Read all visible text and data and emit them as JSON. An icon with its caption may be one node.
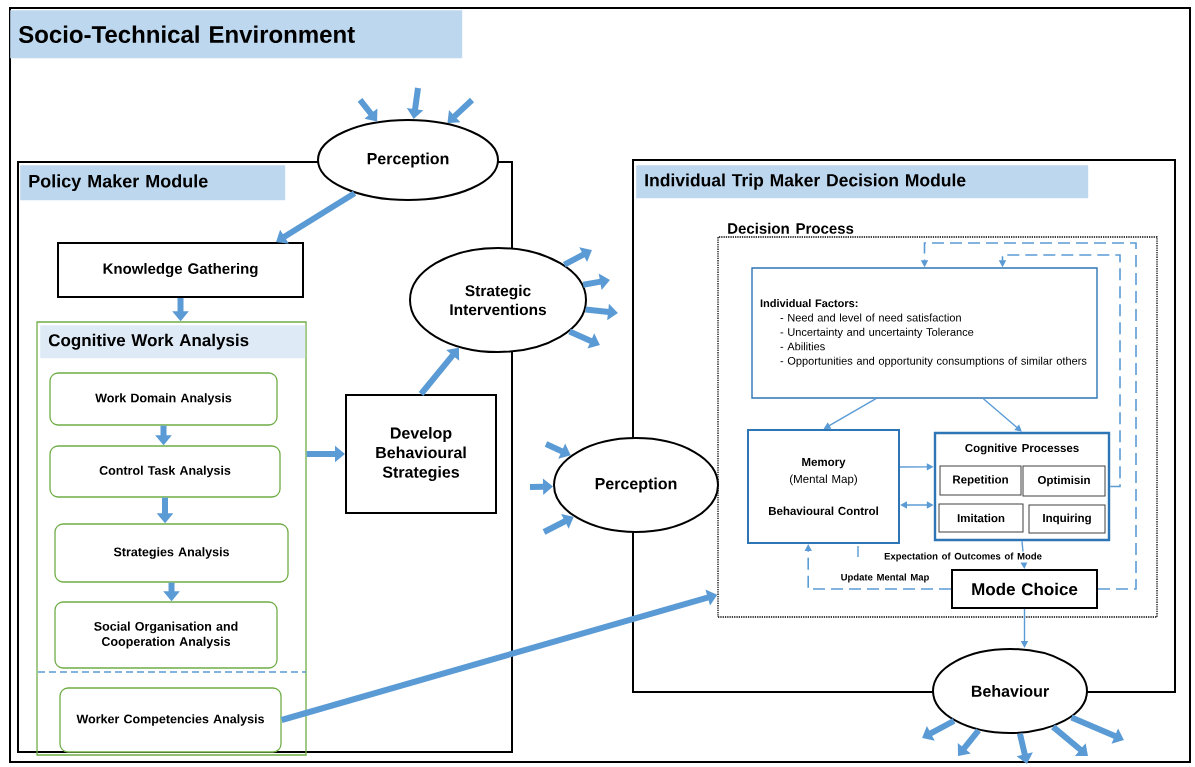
{
  "diagram": {
    "nodes": [
      {
        "text": [
          "Socio-Technical Environment"
        ]
      },
      {
        "text": [
          "Perception"
        ],
        "in": 0
      },
      {
        "text": [
          "Policy Maker Module"
        ],
        "in": 0
      },
      {
        "text": [
          "Knowledge Gathering"
        ],
        "in": 2
      },
      {
        "text": [
          "Cognitive Work Analysis"
        ],
        "in": 2
      },
      {
        "text": [
          "Work Domain Analysis"
        ],
        "in": 4
      },
      {
        "text": [
          "Control Task Analysis"
        ],
        "in": 4
      },
      {
        "text": [
          "Strategies Analysis"
        ],
        "in": 4
      },
      {
        "text": [
          "Social Organisation and Cooperation Analysis"
        ],
        "in": 4
      },
      {
        "text": [
          "Worker Competencies Analysis"
        ],
        "in": 4
      },
      {
        "text": [
          "Develop Behavioural Strategies"
        ],
        "in": 2
      },
      {
        "text": [
          "Strategic Interventions"
        ],
        "in": 0
      },
      {
        "text": [
          "Perception"
        ],
        "in": 0
      },
      {
        "text": [
          "Individual Trip Maker Decision Module"
        ],
        "in": 0
      },
      {
        "text": [
          "Decision Process"
        ],
        "in": 13
      },
      {
        "text": [
          "Individual Factors:",
          "- Need and level of need satisfaction",
          "- Uncertainty and uncertainty Tolerance",
          "- Abilities",
          "- Opportunities and opportunity consumptions of similar others"
        ],
        "in": 14
      },
      {
        "text": [
          "Memory",
          "(Mental Map)",
          "Behavioural Control"
        ],
        "in": 14
      },
      {
        "text": [
          "Cognitive Processes"
        ],
        "in": 14
      },
      {
        "text": [
          "Repetition"
        ],
        "in": 17
      },
      {
        "text": [
          "Optimisin"
        ],
        "in": 17
      },
      {
        "text": [
          "Imitation"
        ],
        "in": 17
      },
      {
        "text": [
          "Inquiring"
        ],
        "in": 17
      },
      {
        "text": [
          "Mode Choice"
        ],
        "in": 14
      },
      {
        "text": [
          "Behaviour"
        ],
        "in": 0
      }
    ],
    "edges": [
      {
        "from": null,
        "to": 1,
        "arrow": "to"
      },
      {
        "from": null,
        "to": 1,
        "arrow": "to"
      },
      {
        "from": null,
        "to": 1,
        "arrow": "to"
      },
      {
        "from": 1,
        "to": 3,
        "arrow": "to"
      },
      {
        "from": 3,
        "to": 4,
        "arrow": "to"
      },
      {
        "from": 5,
        "to": 6,
        "arrow": "to"
      },
      {
        "from": 6,
        "to": 7,
        "arrow": "to"
      },
      {
        "from": 7,
        "to": 8,
        "arrow": "to"
      },
      {
        "from": 4,
        "to": 10,
        "arrow": "to"
      },
      {
        "from": 10,
        "to": 11,
        "arrow": "to"
      },
      {
        "from": 11,
        "to": null,
        "arrow": "to"
      },
      {
        "from": 11,
        "to": null,
        "arrow": "to"
      },
      {
        "from": 11,
        "to": null,
        "arrow": "to"
      },
      {
        "from": 11,
        "to": null,
        "arrow": "to"
      },
      {
        "from": null,
        "to": 12,
        "arrow": "to"
      },
      {
        "from": null,
        "to": 12,
        "arrow": "to"
      },
      {
        "from": null,
        "to": 12,
        "arrow": "to"
      },
      {
        "from": 9,
        "to": 14,
        "arrow": "to"
      },
      {
        "from": 15,
        "to": 16,
        "arrow": "to"
      },
      {
        "from": 15,
        "to": 17,
        "arrow": "to"
      },
      {
        "from": 16,
        "to": 17,
        "arrow": "to"
      },
      {
        "from": 16,
        "to": 17,
        "arrow": "both"
      },
      {
        "from": 17,
        "to": 22,
        "arrow": "to",
        "label": "Expectation of Outcomes of Mode"
      },
      {
        "from": 22,
        "to": 16,
        "arrow": "to",
        "style": "dashed",
        "label": "Update Mental Map"
      },
      {
        "from": 22,
        "to": 15,
        "arrow": "to",
        "style": "dashed"
      },
      {
        "from": 17,
        "to": 15,
        "arrow": "to",
        "style": "dashed"
      },
      {
        "from": 22,
        "to": 23,
        "arrow": "to"
      },
      {
        "from": 23,
        "to": null,
        "arrow": "to"
      },
      {
        "from": 23,
        "to": null,
        "arrow": "to"
      },
      {
        "from": 23,
        "to": null,
        "arrow": "to"
      },
      {
        "from": 23,
        "to": null,
        "arrow": "to"
      },
      {
        "from": 23,
        "to": null,
        "arrow": "to"
      }
    ]
  }
}
